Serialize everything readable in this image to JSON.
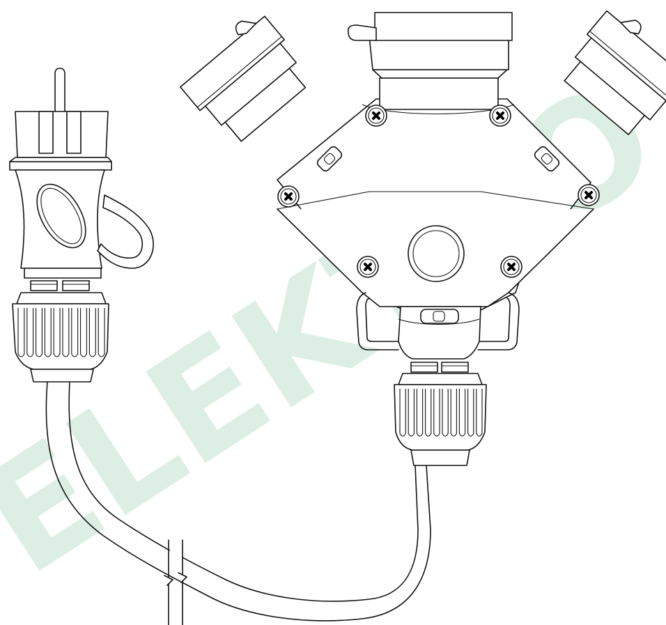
{
  "watermark": {
    "text": "ELEKTRO",
    "color": "#2e9c5a",
    "opacity": 0.16
  },
  "colors": {
    "line": "#111111",
    "background": "#ffffff"
  },
  "parts": {
    "plug": "schuko-plug",
    "splitter": "three-way-socket-splitter",
    "cable": "rubber-cable"
  }
}
